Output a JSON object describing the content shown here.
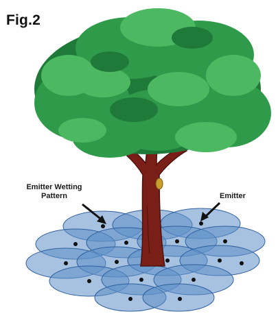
{
  "figure": {
    "title": "Fig.2"
  },
  "labels": {
    "wetting_pattern_line1": "Emitter Wetting",
    "wetting_pattern_line2": "Pattern",
    "emitter": "Emitter"
  },
  "colors": {
    "canopy_dark": "#1f7a3a",
    "canopy_mid": "#2f9a4a",
    "canopy_light": "#4cb862",
    "trunk": "#7a1f17",
    "wetting_fill": "#5f8fc9",
    "wetting_stroke": "#2e5f9e",
    "emitter_dot": "#111111"
  }
}
